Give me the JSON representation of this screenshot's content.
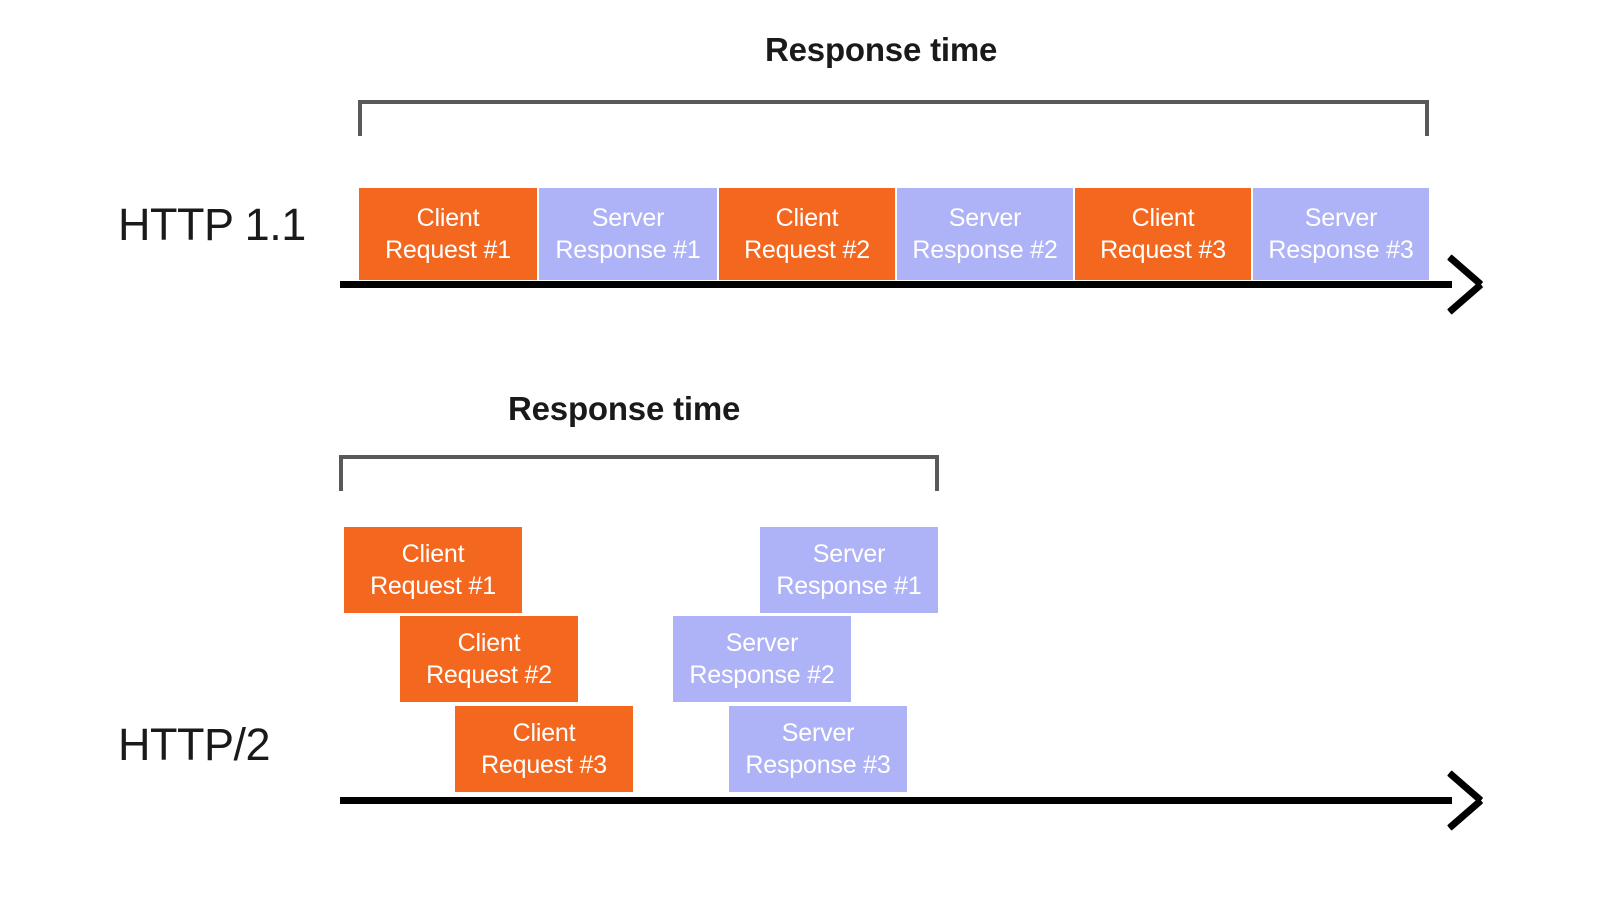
{
  "diagram": {
    "title_top": "Response time",
    "title_bottom": "Response time",
    "colors": {
      "client": "#F4671F",
      "server": "#AEB2F6",
      "bracket": "#58595B",
      "axis": "#000000",
      "background": "#FFFFFF",
      "text_dark": "#1A1A1A",
      "text_light": "#FFFFFF"
    }
  },
  "rows": {
    "http11": {
      "label": "HTTP 1.1",
      "span_caption": "Response time",
      "blocks": [
        {
          "kind": "client",
          "line1": "Client",
          "line2": "Request #1"
        },
        {
          "kind": "server",
          "line1": "Server",
          "line2": "Response #1"
        },
        {
          "kind": "client",
          "line1": "Client",
          "line2": "Request #2"
        },
        {
          "kind": "server",
          "line1": "Server",
          "line2": "Response #2"
        },
        {
          "kind": "client",
          "line1": "Client",
          "line2": "Request #3"
        },
        {
          "kind": "server",
          "line1": "Server",
          "line2": "Response #3"
        }
      ]
    },
    "http2": {
      "label": "HTTP/2",
      "span_caption": "Response time",
      "requests": [
        {
          "kind": "client",
          "line1": "Client",
          "line2": "Request #1"
        },
        {
          "kind": "client",
          "line1": "Client",
          "line2": "Request #2"
        },
        {
          "kind": "client",
          "line1": "Client",
          "line2": "Request #3"
        }
      ],
      "responses": [
        {
          "kind": "server",
          "line1": "Server",
          "line2": "Response #1"
        },
        {
          "kind": "server",
          "line1": "Server",
          "line2": "Response #2"
        },
        {
          "kind": "server",
          "line1": "Server",
          "line2": "Response #3"
        }
      ]
    }
  }
}
